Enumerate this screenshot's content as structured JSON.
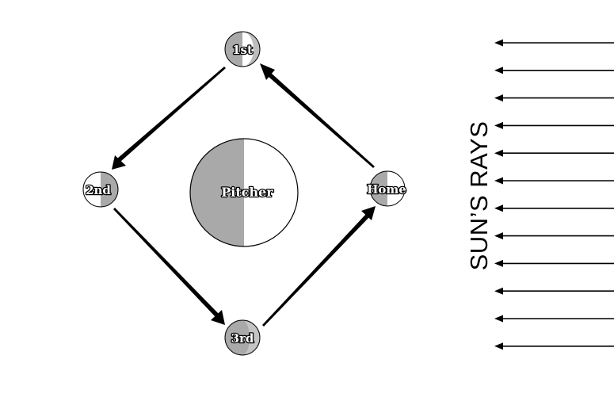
{
  "labels": {
    "pitcher": "Pitcher",
    "first": "1st",
    "second": "2nd",
    "third": "3rd",
    "home": "Home",
    "sun_rays": "SUN’S RAYS"
  },
  "sun_ray_count": 12,
  "colors": {
    "background": "#ffffff",
    "shadow_half": "#a9a9a9",
    "lit_half": "#ffffff",
    "outline": "#000000"
  }
}
